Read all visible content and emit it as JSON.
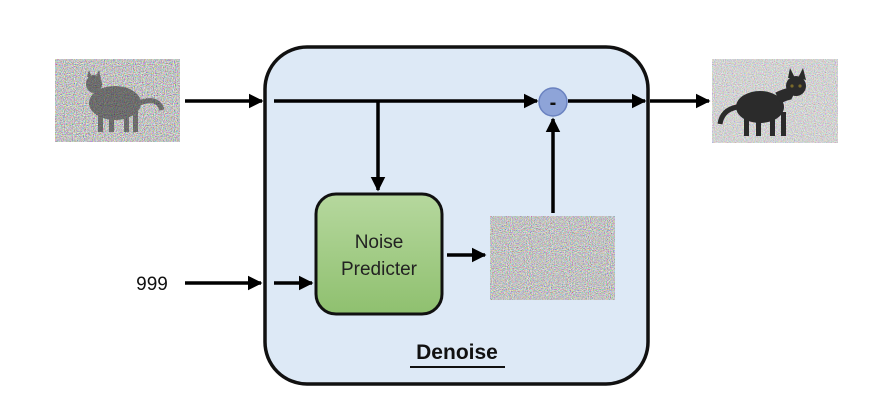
{
  "diagram": {
    "title": "Denoise",
    "noise_predictor_label_line1": "Noise",
    "noise_predictor_label_line2": "Predicter",
    "step_input": "999",
    "subtract_symbol": "-"
  },
  "colors": {
    "denoise_fill": "#dde9f6",
    "denoise_stroke": "#111111",
    "predictor_fill_top": "#b6d89e",
    "predictor_fill_bottom": "#8fc06f",
    "subtract_fill": "#8ea4d8",
    "subtract_stroke": "#6a82c0",
    "arrow": "#000000"
  }
}
